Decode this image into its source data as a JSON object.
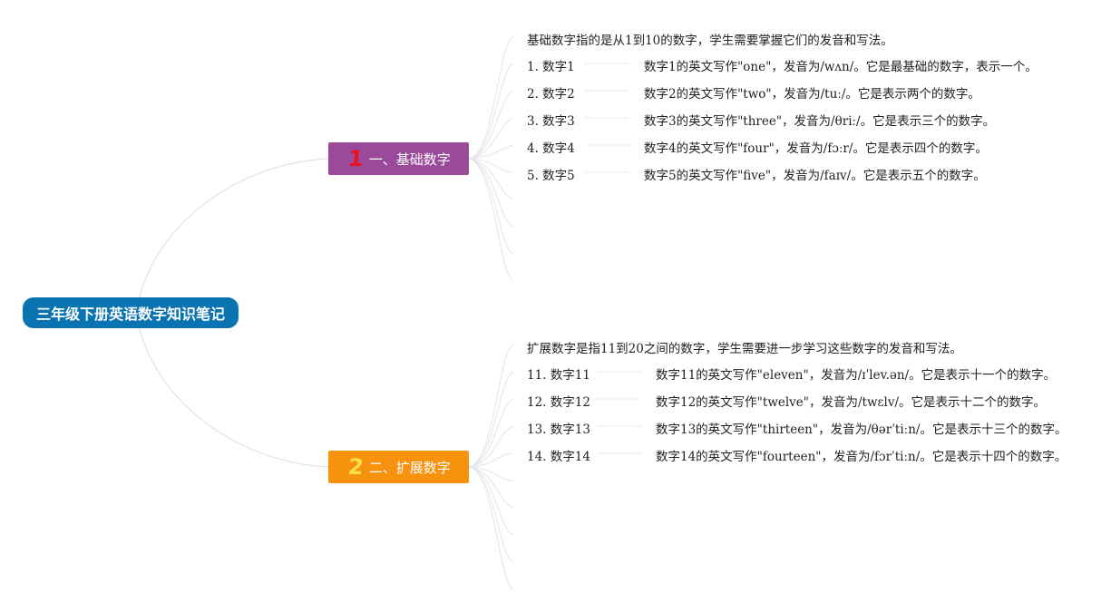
{
  "root": {
    "title": "三年级下册英语数字知识笔记"
  },
  "branches": [
    {
      "number": "1",
      "label": "一、基础数字",
      "color": "#9b4a9b",
      "number_color": "#e8121b",
      "intro": "基础数字指的是从1到10的数字，学生需要掌握它们的发音和写法。",
      "items": [
        {
          "title": "1. 数字1",
          "desc": "数字1的英文写作\"one\"，发音为/wʌn/。它是最基础的数字，表示一个。"
        },
        {
          "title": "2. 数字2",
          "desc": "数字2的英文写作\"two\"，发音为/tuː/。它是表示两个的数字。"
        },
        {
          "title": "3. 数字3",
          "desc": "数字3的英文写作\"three\"，发音为/θriː/。它是表示三个的数字。"
        },
        {
          "title": "4. 数字4",
          "desc": "数字4的英文写作\"four\"，发音为/fɔːr/。它是表示四个的数字。"
        },
        {
          "title": "5. 数字5",
          "desc": "数字5的英文写作\"five\"，发音为/faɪv/。它是表示五个的数字。"
        }
      ]
    },
    {
      "number": "2",
      "label": "二、扩展数字",
      "color": "#f7920f",
      "number_color": "#f9e14a",
      "intro": "扩展数字是指11到20之间的数字，学生需要进一步学习这些数字的发音和写法。",
      "items": [
        {
          "title": "11. 数字11",
          "desc": "数字11的英文写作\"eleven\"，发音为/ɪˈlev.ən/。它是表示十一个的数字。"
        },
        {
          "title": "12. 数字12",
          "desc": "数字12的英文写作\"twelve\"，发音为/twɛlv/。它是表示十二个的数字。"
        },
        {
          "title": "13. 数字13",
          "desc": "数字13的英文写作\"thirteen\"，发音为/θərˈtiːn/。它是表示十三个的数字。"
        },
        {
          "title": "14. 数字14",
          "desc": "数字14的英文写作\"fourteen\"，发音为/fɔrˈtiːn/。它是表示十四个的数字。"
        }
      ]
    }
  ]
}
